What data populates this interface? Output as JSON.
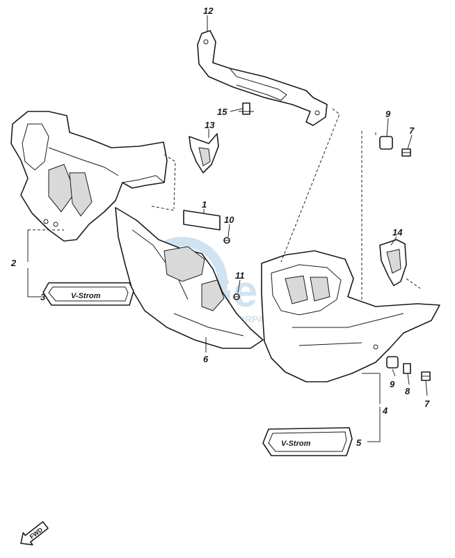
{
  "callouts": {
    "c1": "1",
    "c2": "2",
    "c3": "3",
    "c4": "4",
    "c5": "5",
    "c6": "6",
    "c7a": "7",
    "c7b": "7",
    "c8": "8",
    "c9a": "9",
    "c9b": "9",
    "c10": "10",
    "c11": "11",
    "c12": "12",
    "c13": "13",
    "c14": "14",
    "c15": "15"
  },
  "emblems": {
    "left": "V-Strom",
    "right": "V-Strom"
  },
  "fwd_arrow": "FWD",
  "watermark": {
    "logo": "Gem",
    "sub": "MOTORPARTS"
  },
  "colors": {
    "line": "#1a1a1a",
    "watermark": "#cfe3f2",
    "background": "#ffffff"
  }
}
